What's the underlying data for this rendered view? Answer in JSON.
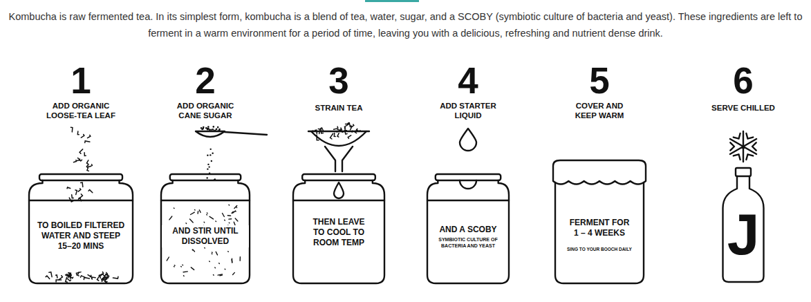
{
  "diagram": {
    "caption": "Kombucha is raw fermented tea. In its simplest form, kombucha is a blend of tea, water, sugar, and a SCOBY (symbiotic culture of bacteria and yeast). These ingredients are left to ferment in a warm environment for a period of time, leaving you with a delicious, refreshing and nutrient dense drink.",
    "nodes": [
      {
        "text": [
          "1",
          "ADD ORGANIC LOOSE-TEA LEAF",
          "TO BOILED FILTERED WATER AND STEEP 15–20 MINS"
        ]
      },
      {
        "text": [
          "2",
          "ADD ORGANIC CANE SUGAR",
          "AND STIR UNTIL DISSOLVED"
        ]
      },
      {
        "text": [
          "3",
          "STRAIN TEA",
          "THEN LEAVE TO COOL TO ROOM TEMP"
        ]
      },
      {
        "text": [
          "4",
          "ADD STARTER LIQUID",
          "AND A SCOBY",
          "SYMBIOTIC CULTURE OF BACTERIA AND YEAST"
        ]
      },
      {
        "text": [
          "5",
          "COVER AND KEEP WARM",
          "FERMENT FOR 1 – 4 WEEKS",
          "SING TO YOUR BOOCH DAILY"
        ]
      },
      {
        "text": [
          "6",
          "SERVE CHILLED",
          "J"
        ]
      }
    ]
  }
}
